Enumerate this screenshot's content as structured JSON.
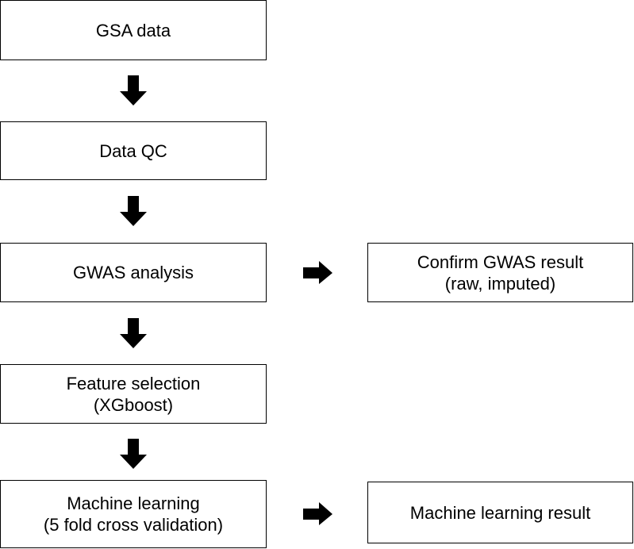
{
  "steps": {
    "gsa": {
      "label": "GSA data"
    },
    "qc": {
      "label": "Data QC"
    },
    "gwas": {
      "label": "GWAS analysis"
    },
    "feature": {
      "line1": "Feature selection",
      "line2": "(XGboost)"
    },
    "ml": {
      "line1": "Machine learning",
      "line2": "(5 fold cross validation)"
    }
  },
  "results": {
    "gwas_result": {
      "line1": "Confirm GWAS result",
      "line2": "(raw, imputed)"
    },
    "ml_result": {
      "label": "Machine learning result"
    }
  },
  "colors": {
    "stroke": "#000000",
    "arrow": "#000000",
    "background": "#ffffff"
  },
  "icons": {
    "down": "arrow-down-icon",
    "right": "arrow-right-icon"
  }
}
